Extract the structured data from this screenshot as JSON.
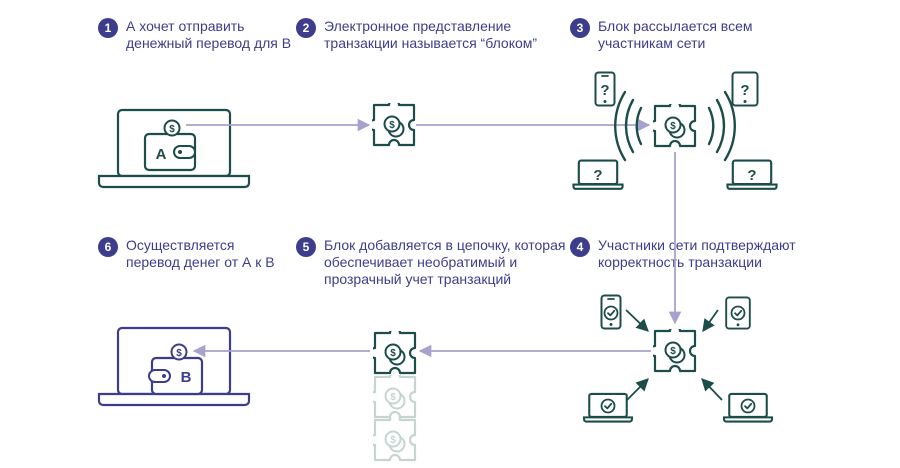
{
  "colors": {
    "primary": "#1d4d4a",
    "accent": "#3d3d8c",
    "arrow": "#a7a2cc",
    "ghost": "#c6d5d2"
  },
  "steps": [
    {
      "num": "1",
      "line1": "А хочет отправить",
      "line2": "денежный перевод для В",
      "line3": ""
    },
    {
      "num": "2",
      "line1": "Электронное представление",
      "line2": "транзакции называется “блоком”",
      "line3": ""
    },
    {
      "num": "3",
      "line1": "Блок рассылается всем",
      "line2": "участникам сети",
      "line3": ""
    },
    {
      "num": "4",
      "line1": "Участники сети подтверждают",
      "line2": "корректность транзакции",
      "line3": ""
    },
    {
      "num": "5",
      "line1": "Блок добавляется в цепочку, которая",
      "line2": "обеспечивает необратимый и",
      "line3": "прозрачный учет транзакций"
    },
    {
      "num": "6",
      "line1": "Осуществляется",
      "line2": "перевод денег от А к В",
      "line3": ""
    }
  ],
  "wallet_a_label": "А",
  "wallet_b_label": "В",
  "unknown_mark": "?",
  "coin_symbol": "$"
}
